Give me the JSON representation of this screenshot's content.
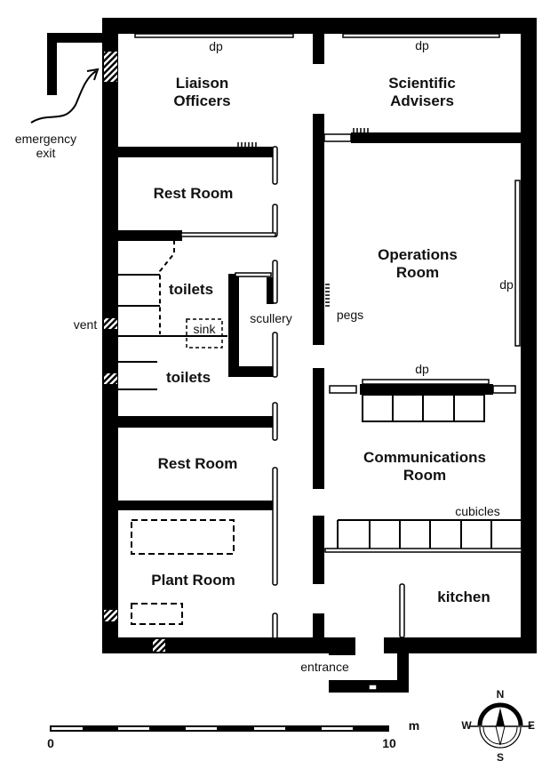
{
  "plan": {
    "rooms": {
      "liaison_officers": "Liaison\nOfficers",
      "scientific_advisers": "Scientific\nAdvisers",
      "rest_room_upper": "Rest Room",
      "operations_room": "Operations\nRoom",
      "toilets_upper": "toilets",
      "toilets_lower": "toilets",
      "scullery": "scullery",
      "communications_room": "Communications\nRoom",
      "rest_room_lower": "Rest Room",
      "plant_room": "Plant Room",
      "kitchen": "kitchen"
    },
    "features": {
      "dp_liaison": "dp",
      "dp_scientific": "dp",
      "dp_operations_east": "dp",
      "dp_operations_south": "dp",
      "pegs": "pegs",
      "sink": "sink",
      "cubicles": "cubicles",
      "vent": "vent",
      "emergency_exit": "emergency\nexit",
      "entrance": "entrance"
    },
    "scale_bar": {
      "start": "0",
      "end": "10",
      "unit": "m"
    },
    "compass": {
      "north": "N",
      "south": "S",
      "east": "E",
      "west": "W"
    },
    "colors": {
      "wall": "#000000",
      "background": "#ffffff"
    }
  }
}
